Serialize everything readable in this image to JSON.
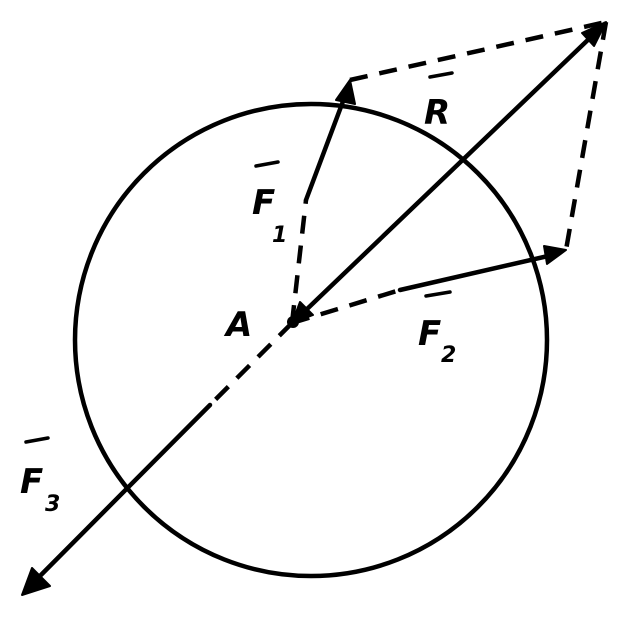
{
  "labels": {
    "point": "A",
    "f1": {
      "letter": "F",
      "sub": "1"
    },
    "f2": {
      "letter": "F",
      "sub": "2"
    },
    "f3": {
      "letter": "F",
      "sub": "3"
    },
    "r": {
      "letter": "R"
    }
  },
  "colors": {
    "ink": "#000000",
    "background": "#ffffff"
  }
}
